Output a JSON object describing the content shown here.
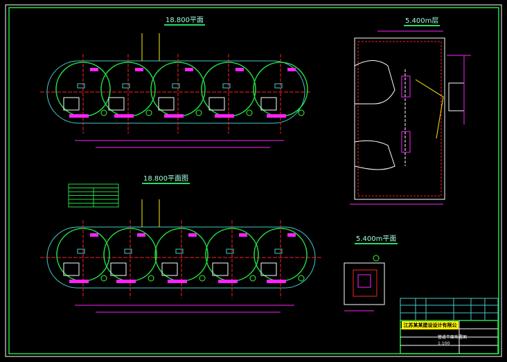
{
  "drawing": {
    "views": [
      {
        "title": "18.800平面"
      },
      {
        "title": "18.800平面图"
      },
      {
        "title": "5.400m层"
      },
      {
        "title": "5.400m平面"
      }
    ],
    "title_block": {
      "company": "江苏某某建设设计有限公司",
      "drawing_name": "管道平面布置图",
      "scale": "1:100"
    },
    "colors": {
      "frame": "#22dd44",
      "outline": "#44cccc",
      "dimension": "#ff22ff",
      "pipe": "#ffffff",
      "axis": "#ff2222",
      "leader": "#33ff33"
    }
  }
}
